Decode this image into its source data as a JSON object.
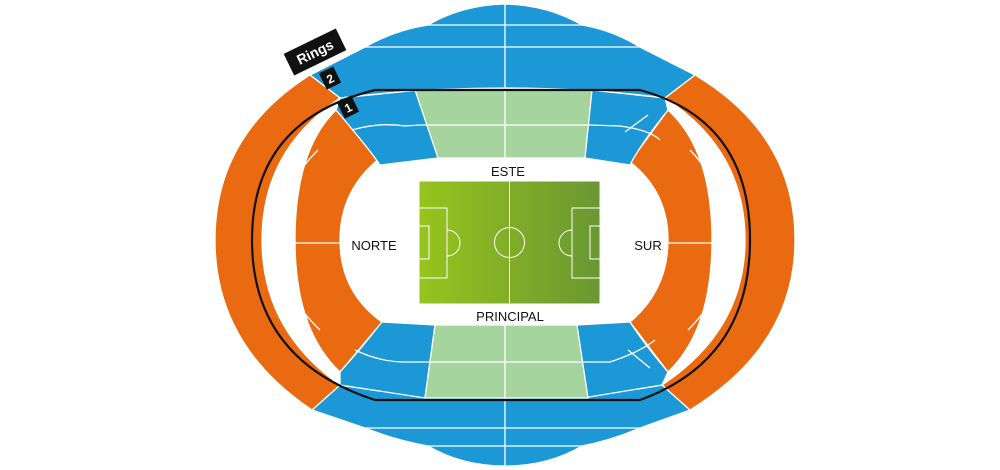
{
  "colors": {
    "blue": "#1d98d6",
    "orange": "#ea6a12",
    "green_light": "#a6d49f",
    "pitch_light": "#97c41e",
    "pitch_dark": "#6a9732",
    "line": "#ffffff",
    "track": "#111111",
    "tag_bg": "#111111"
  },
  "stands": {
    "este": "ESTE",
    "principal": "PRINCIPAL",
    "norte": "NORTE",
    "sur": "SUR"
  },
  "rings": {
    "title": "Rings",
    "ring_1": "1",
    "ring_2": "2"
  }
}
